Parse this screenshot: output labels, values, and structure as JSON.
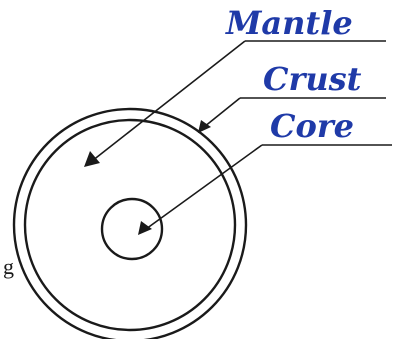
{
  "labels": {
    "mantle": "Mantle",
    "crust": "Crust",
    "core": "Core"
  },
  "stray_text": "g"
}
